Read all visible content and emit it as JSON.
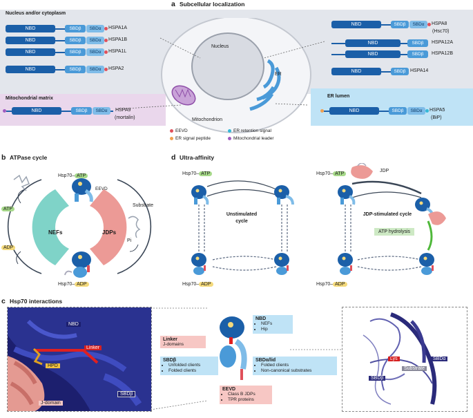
{
  "panel_a": {
    "letter": "a",
    "title": "Subcellular localization",
    "nucleus_cyto": "Nucleus and/or cytoplasm",
    "mito_matrix": "Mitochondrial matrix",
    "er_lumen": "ER lumen",
    "nucleus": "Nucleus",
    "er": "ER",
    "mitochondrion": "Mitochondrion",
    "nbd": "NBD",
    "sbdb": "SBDβ",
    "sbda": "SBDα",
    "proteins_left": [
      "HSPA1A",
      "HSPA1B",
      "HSPA1L",
      "HSPA2"
    ],
    "protein_mito": "HSPA9",
    "protein_mito_alias": "(mortalin)",
    "proteins_right": [
      "HSPA8",
      "HSPA12A",
      "HSPA12B",
      "HSPA14"
    ],
    "protein_right_alias": "(Hsc70)",
    "protein_er": "HSPA5",
    "protein_er_alias": "(BiP)",
    "legend": [
      {
        "label": "EEVD",
        "color": "#e0505a"
      },
      {
        "label": "ER retention signal",
        "color": "#34b8d8"
      },
      {
        "label": "ER signal peptide",
        "color": "#f0a050"
      },
      {
        "label": "Mitochondrial leader",
        "color": "#a05cc0"
      }
    ]
  },
  "panel_b": {
    "letter": "b",
    "title": "ATPase cycle",
    "hsp70_atp_prefix": "Hsp70–",
    "atp": "ATP",
    "adp": "ADP",
    "eevd": "EEVD",
    "substrate": "Substrate",
    "nefs": "NEFs",
    "jdps": "JDPs",
    "pi": "Pi"
  },
  "panel_d": {
    "letter": "d",
    "title": "Ultra-affinity",
    "unstim": "Unstimulated cycle",
    "jdp_stim": "JDP-stimulated cycle",
    "jdp": "JDP",
    "atp_hydrolysis": "ATP hydrolysis"
  },
  "panel_c": {
    "letter": "c",
    "title": "Hsp70 interactions",
    "nbd": "NBD",
    "linker": "Linker",
    "hpd": "HPD",
    "jdomain": "J-domain",
    "sbdb": "SBDβ",
    "sbda": "SBDα",
    "lys": "Lys",
    "substrate": "Substrate",
    "callout_nbd_title": "NBD",
    "callout_nbd_items": [
      "NEFs",
      "Hip"
    ],
    "callout_linker_title": "Linker",
    "callout_linker_sub": "J-domains",
    "callout_sbdb_title": "SBDβ",
    "callout_sbdb_items": [
      "Unfolded clients",
      "Folded clients"
    ],
    "callout_sbda_title": "SBDα/lid",
    "callout_sbda_items": [
      "Folded clients",
      "Non-canonical substrates"
    ],
    "callout_eevd_title": "EEVD",
    "callout_eevd_items": [
      "Class B JDPs",
      "TPR proteins"
    ]
  },
  "colors": {
    "nbd": "#1b5fa8",
    "sbdb": "#4a9ad8",
    "sbda": "#7fbce8",
    "nefs": "#7fd3c8",
    "jdps": "#ec9a96",
    "nucleus_region": "#e3e6ec",
    "mito_region": "#ead7ec",
    "er_region": "#bfe3f6",
    "atp_green": "#a7d98a",
    "adp_yellow": "#f4da7c"
  }
}
